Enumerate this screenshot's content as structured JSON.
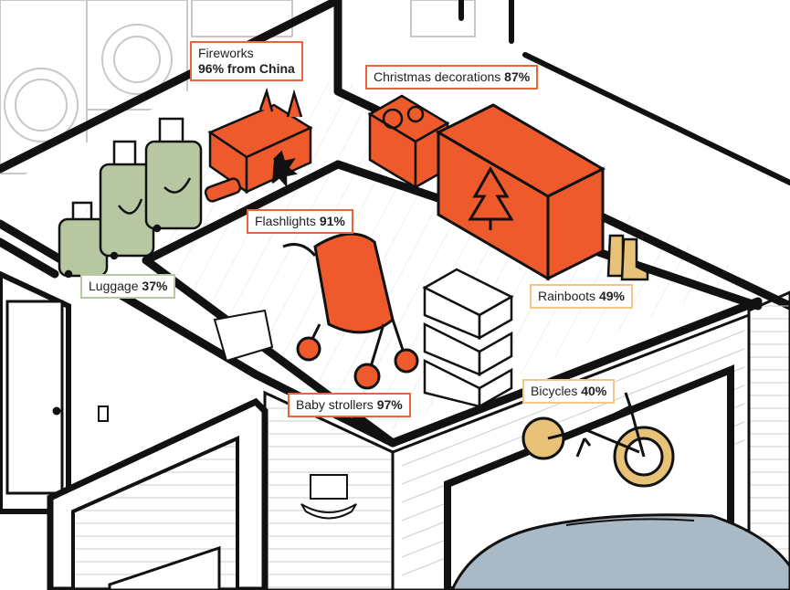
{
  "labels": {
    "fireworks": {
      "name": "Fireworks",
      "value": "96% from China",
      "theme": "#e8643a"
    },
    "christmas": {
      "name": "Christmas decorations",
      "value": "87%",
      "theme": "#e8643a"
    },
    "flashlights": {
      "name": "Flashlights",
      "value": "91%",
      "theme": "#e8643a"
    },
    "luggage": {
      "name": "Luggage",
      "value": "37%",
      "theme": "#b9c8a4"
    },
    "rainboots": {
      "name": "Rainboots",
      "value": "49%",
      "theme": "#efc887"
    },
    "strollers": {
      "name": "Baby strollers",
      "value": "97%",
      "theme": "#e8643a"
    },
    "bicycles": {
      "name": "Bicycles",
      "value": "40%",
      "theme": "#efc887"
    }
  },
  "colors": {
    "high_share": "#ee5a2c",
    "mid_share": "#e9c27a",
    "low_share": "#b7c7a2",
    "line": "#111111",
    "car": "#a9bac6"
  }
}
